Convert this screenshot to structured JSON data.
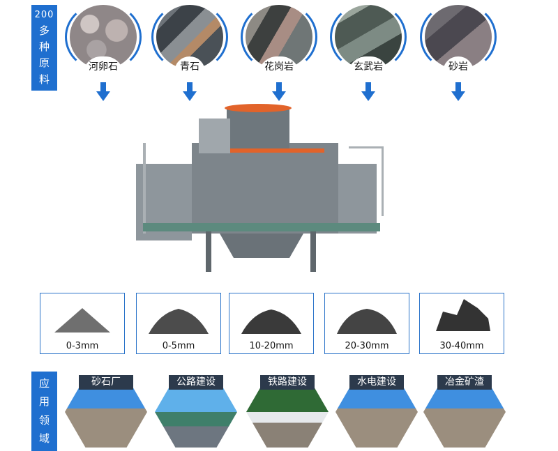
{
  "materials_section": {
    "title_chars": [
      "200",
      "多",
      "种",
      "原",
      "料"
    ],
    "items": [
      {
        "label": "河卵石"
      },
      {
        "label": "青石"
      },
      {
        "label": "花岗岩"
      },
      {
        "label": "玄武岩"
      },
      {
        "label": "砂岩"
      }
    ]
  },
  "products_section": {
    "items": [
      {
        "label": "0-3mm"
      },
      {
        "label": "0-5mm"
      },
      {
        "label": "10-20mm"
      },
      {
        "label": "20-30mm"
      },
      {
        "label": "30-40mm"
      }
    ]
  },
  "applications_section": {
    "title_chars": [
      "应",
      "用",
      "领",
      "域"
    ],
    "items": [
      {
        "label": "砂石厂"
      },
      {
        "label": "公路建设"
      },
      {
        "label": "铁路建设"
      },
      {
        "label": "水电建设"
      },
      {
        "label": "冶金矿渣"
      }
    ]
  },
  "colors": {
    "accent": "#1f6fcf",
    "machine_orange": "#e2632a",
    "label_bg": "#2c3a4c"
  }
}
